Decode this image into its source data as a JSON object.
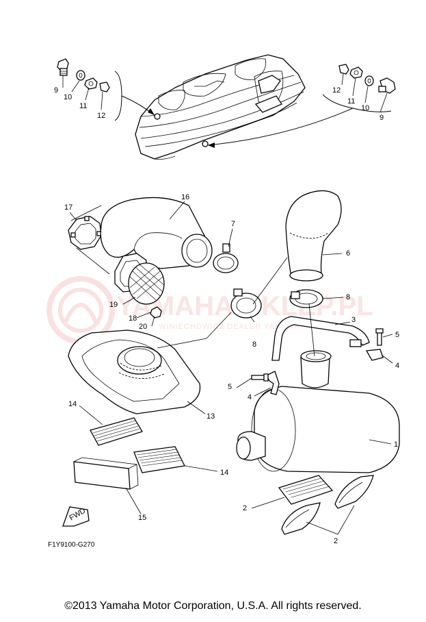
{
  "watermark": {
    "brand": "YAMAHA-SKLEP.PL",
    "subline": "WINIECHOWICZ DEALER YAMAHA"
  },
  "diagram": {
    "code": "F1Y9100-G270",
    "fwd_label": "FWD",
    "callouts": {
      "c1": "1",
      "c2a": "2",
      "c2b": "2",
      "c3": "3",
      "c4a": "4",
      "c4b": "4",
      "c5a": "5",
      "c5b": "5",
      "c6": "6",
      "c7": "7",
      "c8a": "8",
      "c8b": "8",
      "c9a": "9",
      "c9b": "9",
      "c10a": "10",
      "c10b": "10",
      "c11a": "11",
      "c11b": "11",
      "c12a": "12",
      "c12b": "12",
      "c13": "13",
      "c14a": "14",
      "c14b": "14",
      "c15": "15",
      "c16": "16",
      "c17": "17",
      "c18": "18",
      "c19": "19",
      "c20": "20"
    }
  },
  "footer": {
    "copyright": "©2013 Yamaha Motor Corporation, U.S.A. All rights reserved."
  }
}
